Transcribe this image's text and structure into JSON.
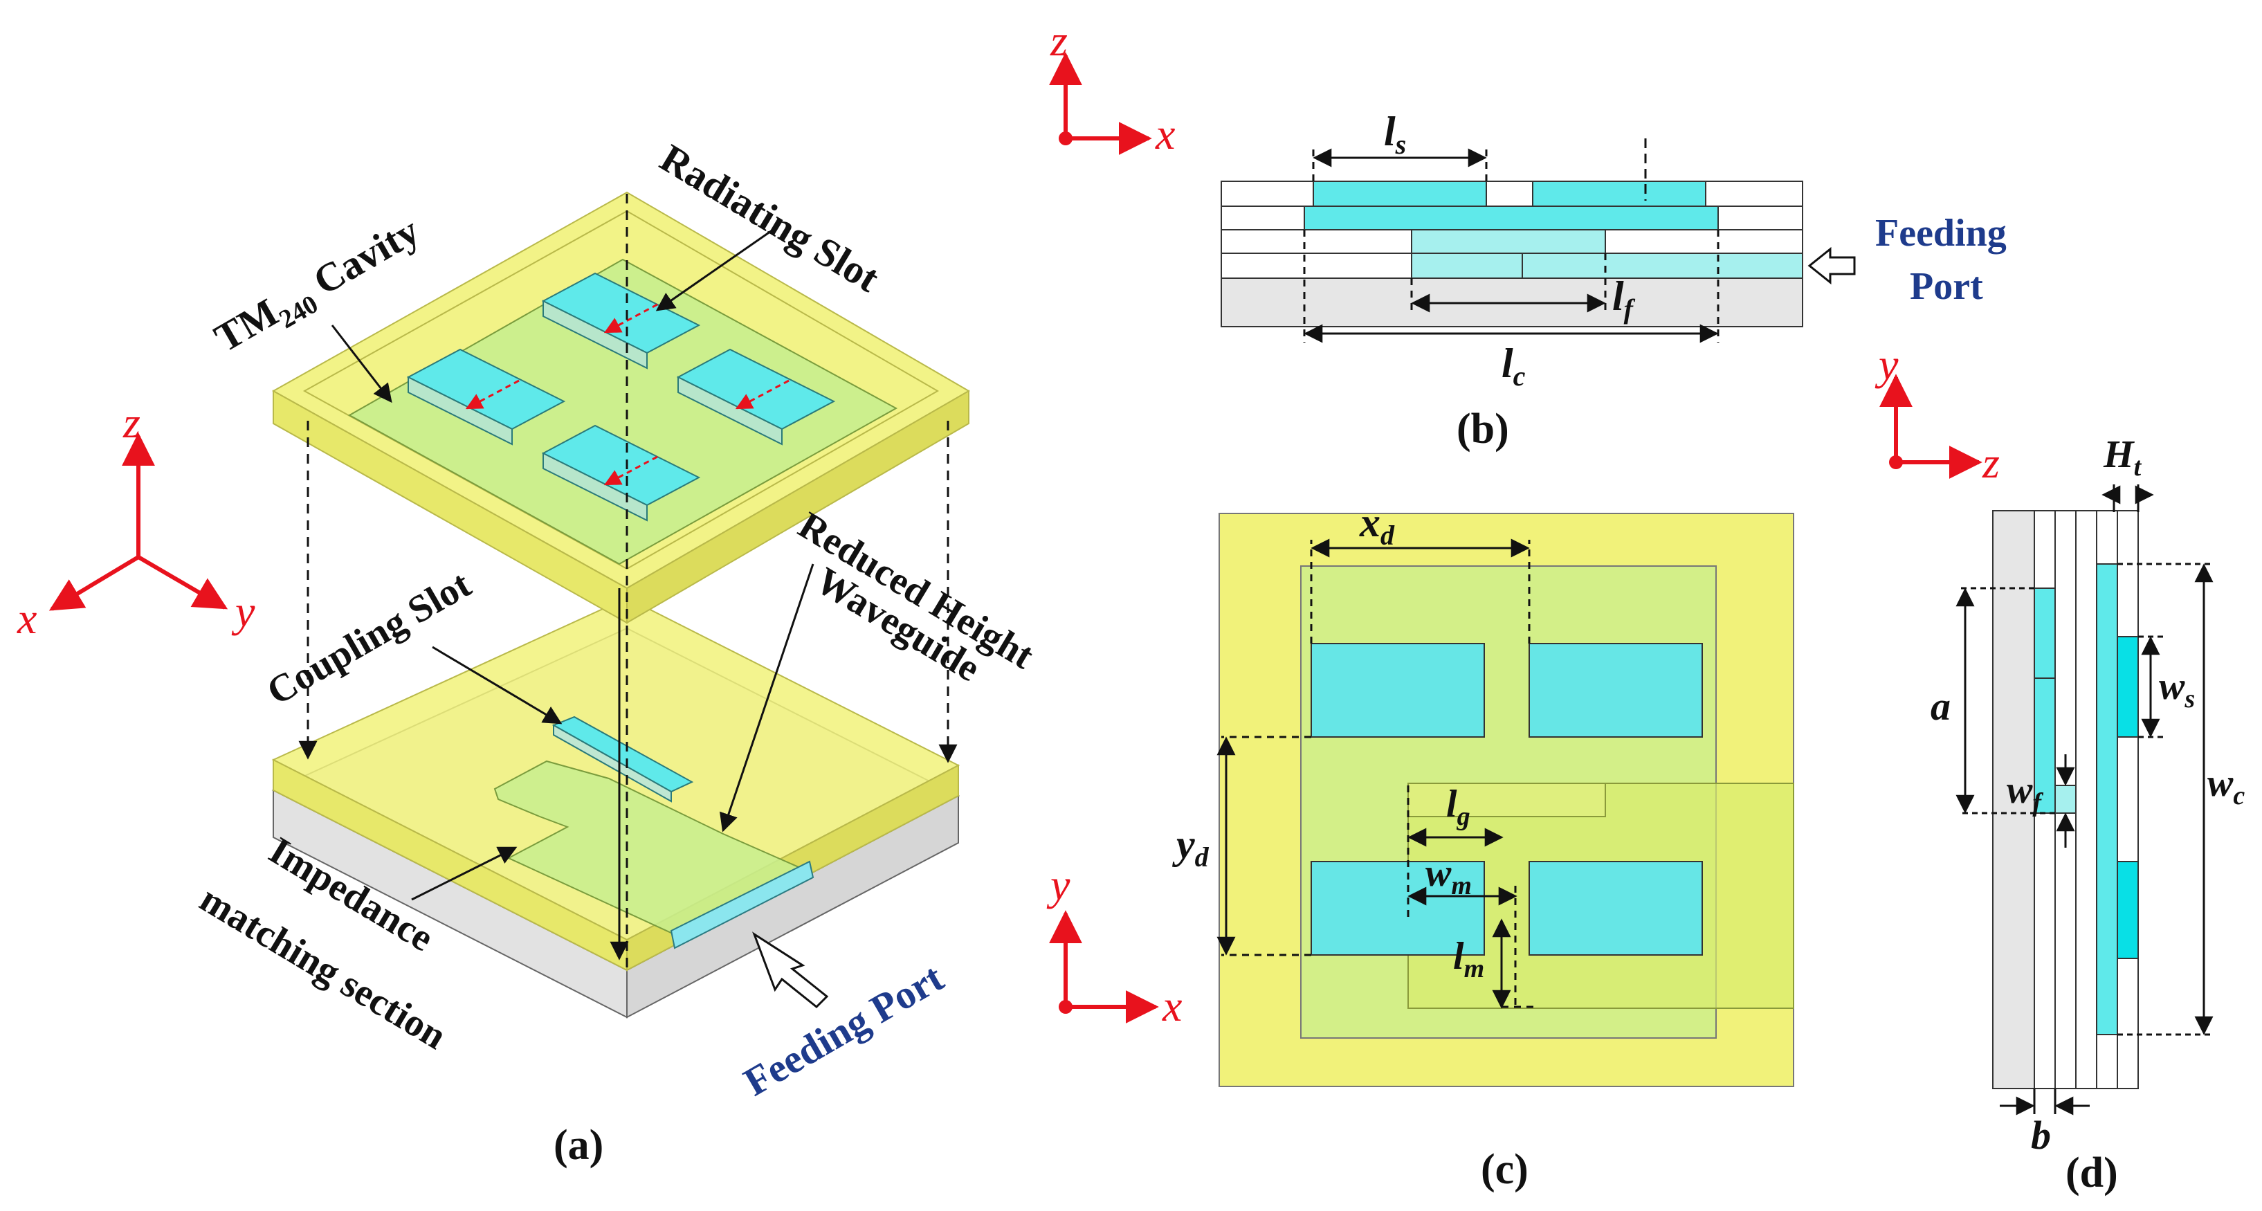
{
  "colors": {
    "yellow": "#f1f27a",
    "yellow_dark": "#c9c94c",
    "green": "#c8ee8e",
    "cyan": "#5fe9ea",
    "cyan_bright": "#08e0e6",
    "gray": "#e6e6e6",
    "axis_red": "#e8121d",
    "port_blue": "#1e3b8c"
  },
  "panel_a": {
    "caption": "(a)",
    "labels": {
      "radiating_slot": "Radiating Slot",
      "cavity": "TM",
      "cavity_sub": "240",
      "cavity_suffix": " Cavity",
      "coupling_slot": "Coupling Slot",
      "reduced_height_1": "Reduced Height",
      "reduced_height_2": "Waveguide",
      "impedance_1": "Impedance",
      "impedance_2": "matching section",
      "feeding_port": "Feeding Port"
    },
    "axes": {
      "z": "z",
      "x": "x",
      "y": "y"
    }
  },
  "panel_b": {
    "caption": "(b)",
    "axes": {
      "z": "z",
      "x": "x"
    },
    "dims": {
      "ls": "l",
      "ls_sub": "s",
      "lf": "l",
      "lf_sub": "f",
      "lc": "l",
      "lc_sub": "c"
    },
    "feeding_port_1": "Feeding",
    "feeding_port_2": "Port"
  },
  "panel_c": {
    "caption": "(c)",
    "axes": {
      "y": "y",
      "x": "x"
    },
    "dims": {
      "xd": "x",
      "xd_sub": "d",
      "yd": "y",
      "yd_sub": "d",
      "lg": "l",
      "lg_sub": "g",
      "wm": "w",
      "wm_sub": "m",
      "lm": "l",
      "lm_sub": "m"
    }
  },
  "panel_d": {
    "caption": "(d)",
    "axes": {
      "y": "y",
      "z": "z"
    },
    "dims": {
      "Ht": "H",
      "Ht_sub": "t",
      "ws": "w",
      "ws_sub": "s",
      "a": "a",
      "wf": "w",
      "wf_sub": "f",
      "wc": "w",
      "wc_sub": "c",
      "b": "b"
    }
  }
}
